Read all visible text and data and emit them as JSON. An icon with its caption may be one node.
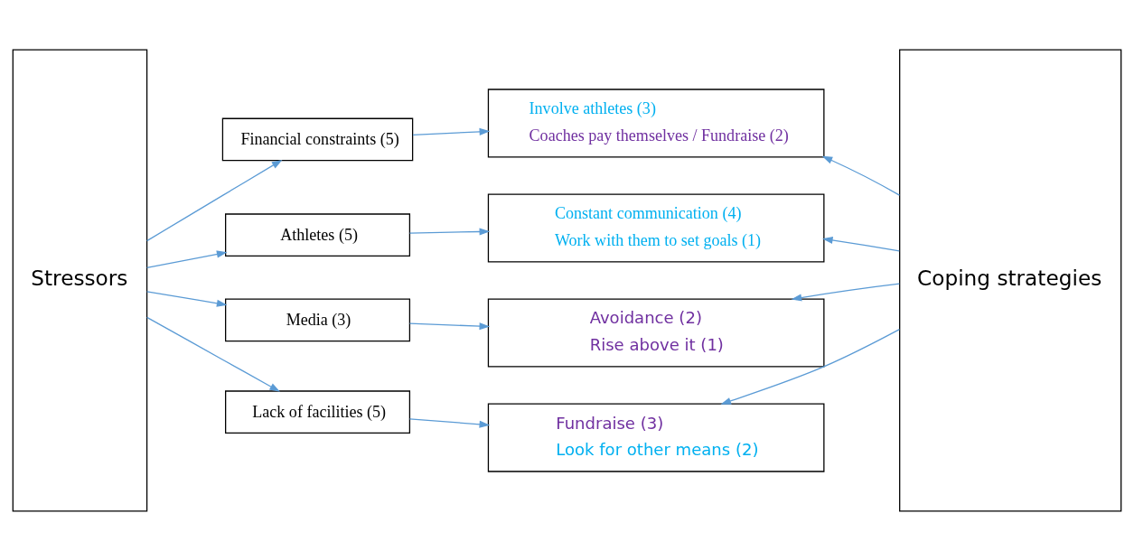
{
  "diagram": {
    "nodes": [
      {
        "text": [
          "Stressors"
        ]
      },
      {
        "text": [
          "Financial constraints (5)"
        ]
      },
      {
        "text": [
          "Athletes (5)"
        ]
      },
      {
        "text": [
          "Media (3)"
        ]
      },
      {
        "text": [
          "Lack of facilities (5)"
        ]
      },
      {
        "text": [
          "Involve athletes (3)",
          "Coaches pay themselves / Fundraise (2)"
        ]
      },
      {
        "text": [
          "Constant communication (4)",
          "Work with them to set goals (1)"
        ]
      },
      {
        "text": [
          "Avoidance (2)",
          "Rise above it (1)"
        ]
      },
      {
        "text": [
          "Fundraise (3)",
          "Look for other means (2)"
        ]
      },
      {
        "text": [
          "Coping strategies"
        ]
      }
    ],
    "edges": [
      {
        "from": 0,
        "to": 1,
        "arrow": "to"
      },
      {
        "from": 0,
        "to": 2,
        "arrow": "to"
      },
      {
        "from": 0,
        "to": 3,
        "arrow": "to"
      },
      {
        "from": 0,
        "to": 4,
        "arrow": "to"
      },
      {
        "from": 1,
        "to": 5,
        "arrow": "to"
      },
      {
        "from": 2,
        "to": 6,
        "arrow": "to"
      },
      {
        "from": 3,
        "to": 7,
        "arrow": "to"
      },
      {
        "from": 4,
        "to": 8,
        "arrow": "to"
      },
      {
        "from": 9,
        "to": 5,
        "arrow": "to"
      },
      {
        "from": 9,
        "to": 6,
        "arrow": "to"
      },
      {
        "from": 9,
        "to": 7,
        "arrow": "to"
      },
      {
        "from": 9,
        "to": 8,
        "arrow": "to"
      }
    ]
  }
}
